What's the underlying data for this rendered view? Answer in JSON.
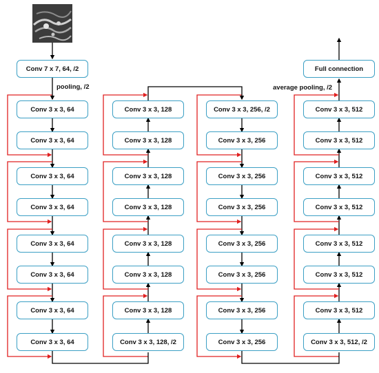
{
  "input_image": {
    "icon": "input-image-thumbnail"
  },
  "first_layer": "Conv 7 x 7, 64, /2",
  "pooling_label": "pooling, /2",
  "avg_pooling_label": "average pooling, /2",
  "fc_label": "Full connection",
  "columns": [
    {
      "name": "stage-1",
      "direction": "down",
      "layers": [
        "Conv 3 x 3, 64",
        "Conv 3 x 3, 64",
        "Conv 3 x 3, 64",
        "Conv 3 x 3, 64",
        "Conv 3 x 3, 64",
        "Conv 3 x 3, 64",
        "Conv 3 x 3, 64",
        "Conv 3 x 3, 64"
      ]
    },
    {
      "name": "stage-2",
      "direction": "up",
      "layers": [
        "Conv 3 x 3, 128",
        "Conv 3 x 3, 128",
        "Conv 3 x 3, 128",
        "Conv 3 x 3, 128",
        "Conv 3 x 3, 128",
        "Conv 3 x 3, 128",
        "Conv 3 x 3, 128",
        "Conv 3 x 3, 128, /2"
      ]
    },
    {
      "name": "stage-3",
      "direction": "down",
      "layers": [
        "Conv 3 x 3, 256, /2",
        "Conv 3 x 3, 256",
        "Conv 3 x 3, 256",
        "Conv 3 x 3, 256",
        "Conv 3 x 3, 256",
        "Conv 3 x 3, 256",
        "Conv 3 x 3, 256",
        "Conv 3 x 3, 256"
      ]
    },
    {
      "name": "stage-4",
      "direction": "up",
      "layers": [
        "Conv 3 x 3, 512",
        "Conv 3 x 3, 512",
        "Conv 3 x 3, 512",
        "Conv 3 x 3, 512",
        "Conv 3 x 3, 512",
        "Conv 3 x 3, 512",
        "Conv 3 x 3, 512",
        "Conv 3 x 3, 512, /2"
      ]
    }
  ],
  "colors": {
    "box_border": "#3b9fc4",
    "skip_arrow": "#e02020",
    "main_arrow": "#000000"
  }
}
